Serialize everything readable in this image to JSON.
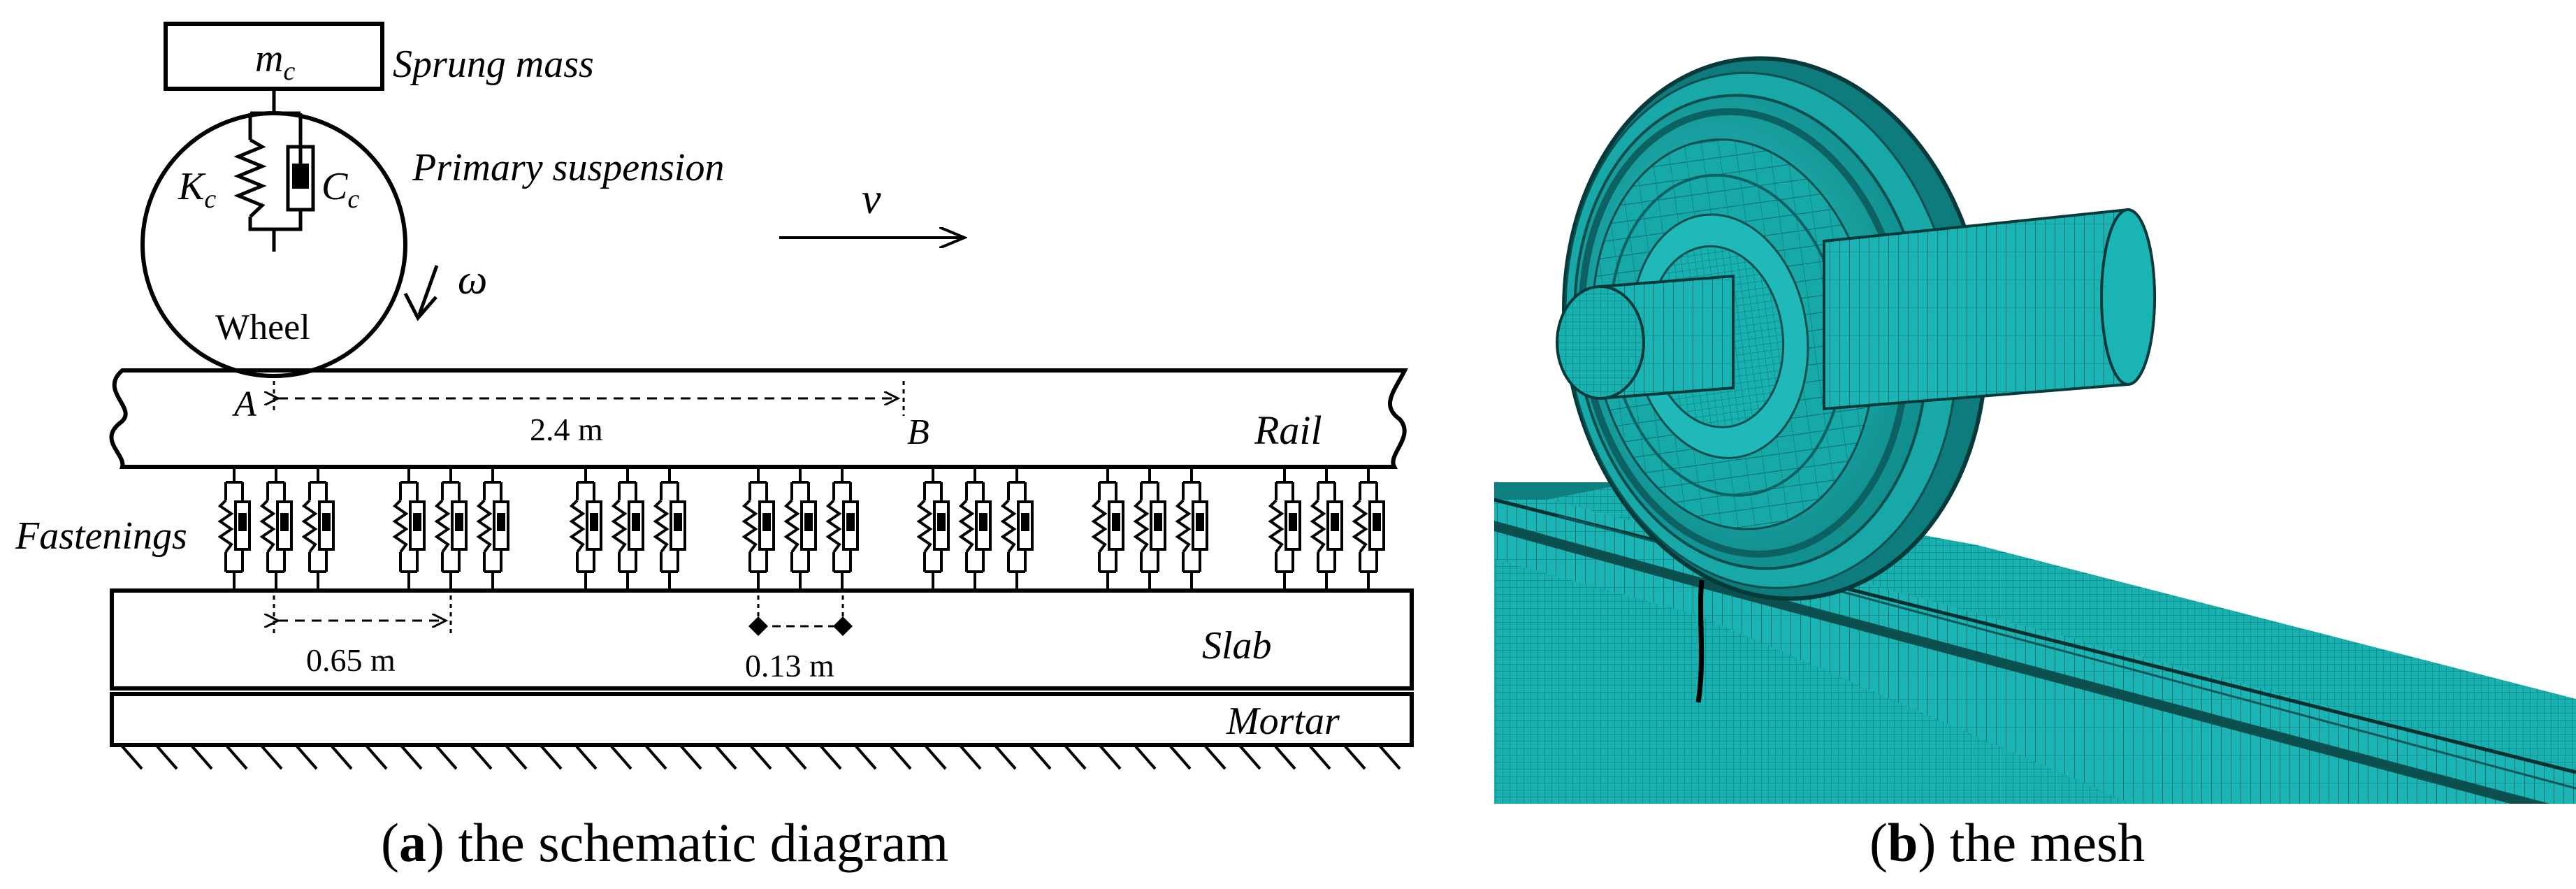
{
  "panel_a": {
    "sprung_mass_symbol": "m",
    "sprung_mass_subscript": "c",
    "sprung_mass_label": "Sprung mass",
    "stiffness_symbol": "K",
    "stiffness_subscript": "c",
    "damping_symbol": "C",
    "damping_subscript": "c",
    "primary_suspension_label": "Primary suspension",
    "velocity_symbol": "v",
    "angular_velocity_symbol": "ω",
    "wheel_label": "Wheel",
    "point_a": "A",
    "point_b": "B",
    "span_ab": "2.4 m",
    "rail_label": "Rail",
    "fastenings_label": "Fastenings",
    "sleeper_spacing": "0.65 m",
    "fastener_spacing": "0.13 m",
    "slab_label": "Slab",
    "mortar_label": "Mortar",
    "caption_letter": "a",
    "caption_text": " the schematic diagram"
  },
  "panel_b": {
    "caption_letter": "b",
    "caption_text": " the mesh"
  },
  "colors": {
    "line": "#000000",
    "mesh_fill": "#17a8a8",
    "mesh_dark": "#0b5c5c",
    "mesh_light": "#3fd2d2",
    "background": "#ffffff"
  }
}
